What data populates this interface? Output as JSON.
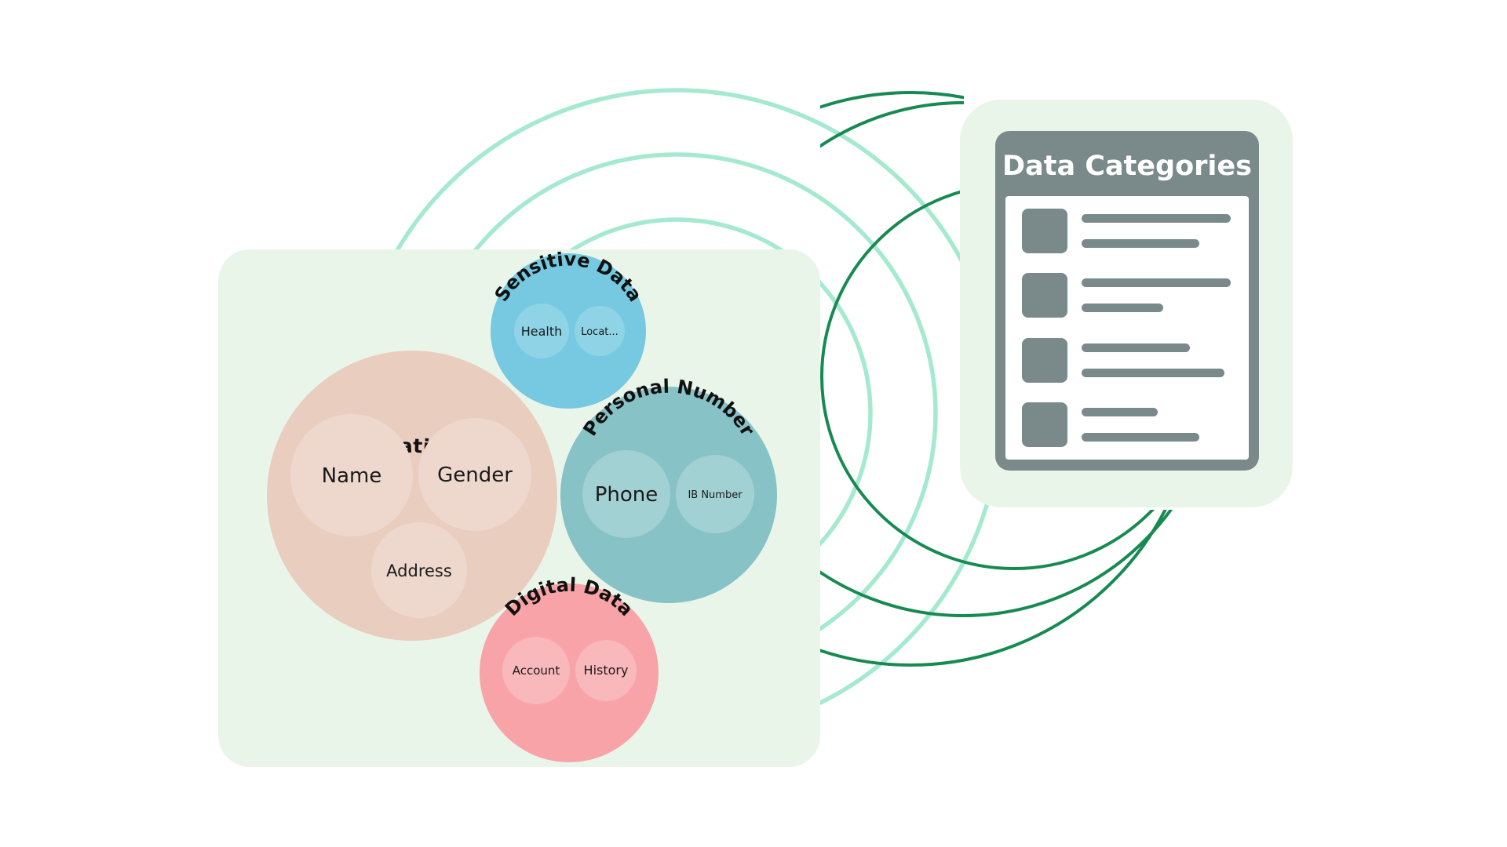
{
  "colors": {
    "background": "#ffffff",
    "panel": "#eaf5ea",
    "rings_light": "#a5ead0",
    "rings_dark": "#178a52",
    "document": "#7a8a8a",
    "document_paper": "#ffffff"
  },
  "clusters": [
    {
      "id": "identification",
      "title": "Identification Data",
      "color": "#e9cdbf",
      "bubble_color": "#eed8ce",
      "items": [
        "Name",
        "Gender",
        "Address"
      ]
    },
    {
      "id": "sensitive",
      "title": "Sensitive Data",
      "color": "#76c9e0",
      "bubble_color": "#8fd3e6",
      "items": [
        "Health",
        "Locat..."
      ]
    },
    {
      "id": "personal",
      "title": "Personal Number",
      "color": "#87c2c7",
      "bubble_color": "#a2d1d3",
      "items": [
        "Phone",
        "IB Number"
      ]
    },
    {
      "id": "digital",
      "title": "Digital Data",
      "color": "#f8a3a8",
      "bubble_color": "#f9b8bb",
      "items": [
        "Account",
        "History"
      ]
    }
  ],
  "document": {
    "title": "Data Categories",
    "rows": 4
  }
}
